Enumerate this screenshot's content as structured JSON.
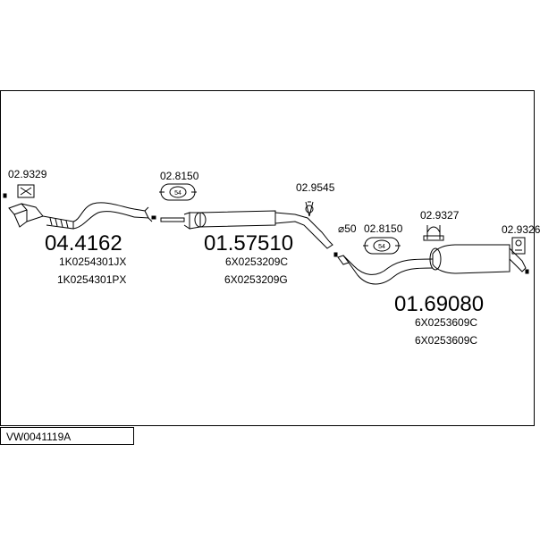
{
  "reference": "VW0041119A",
  "diameter_label": "⌀50",
  "clamp_badge": "54",
  "parts": {
    "catalytic": {
      "number": "04.4162",
      "oem": [
        "1K0254301JX",
        "1K0254301PX"
      ]
    },
    "middle": {
      "number": "01.57510",
      "oem": [
        "6X0253209C",
        "6X0253209G"
      ]
    },
    "rear": {
      "number": "01.69080",
      "oem": [
        "6X0253609C",
        "6X0253609C"
      ]
    }
  },
  "accessories": {
    "gasket_front": "02.9329",
    "clamp_1": "02.8150",
    "hanger_mid": "02.9545",
    "clamp_2": "02.8150",
    "hanger_rear_1": "02.9327",
    "hanger_rear_2": "02.9326"
  }
}
